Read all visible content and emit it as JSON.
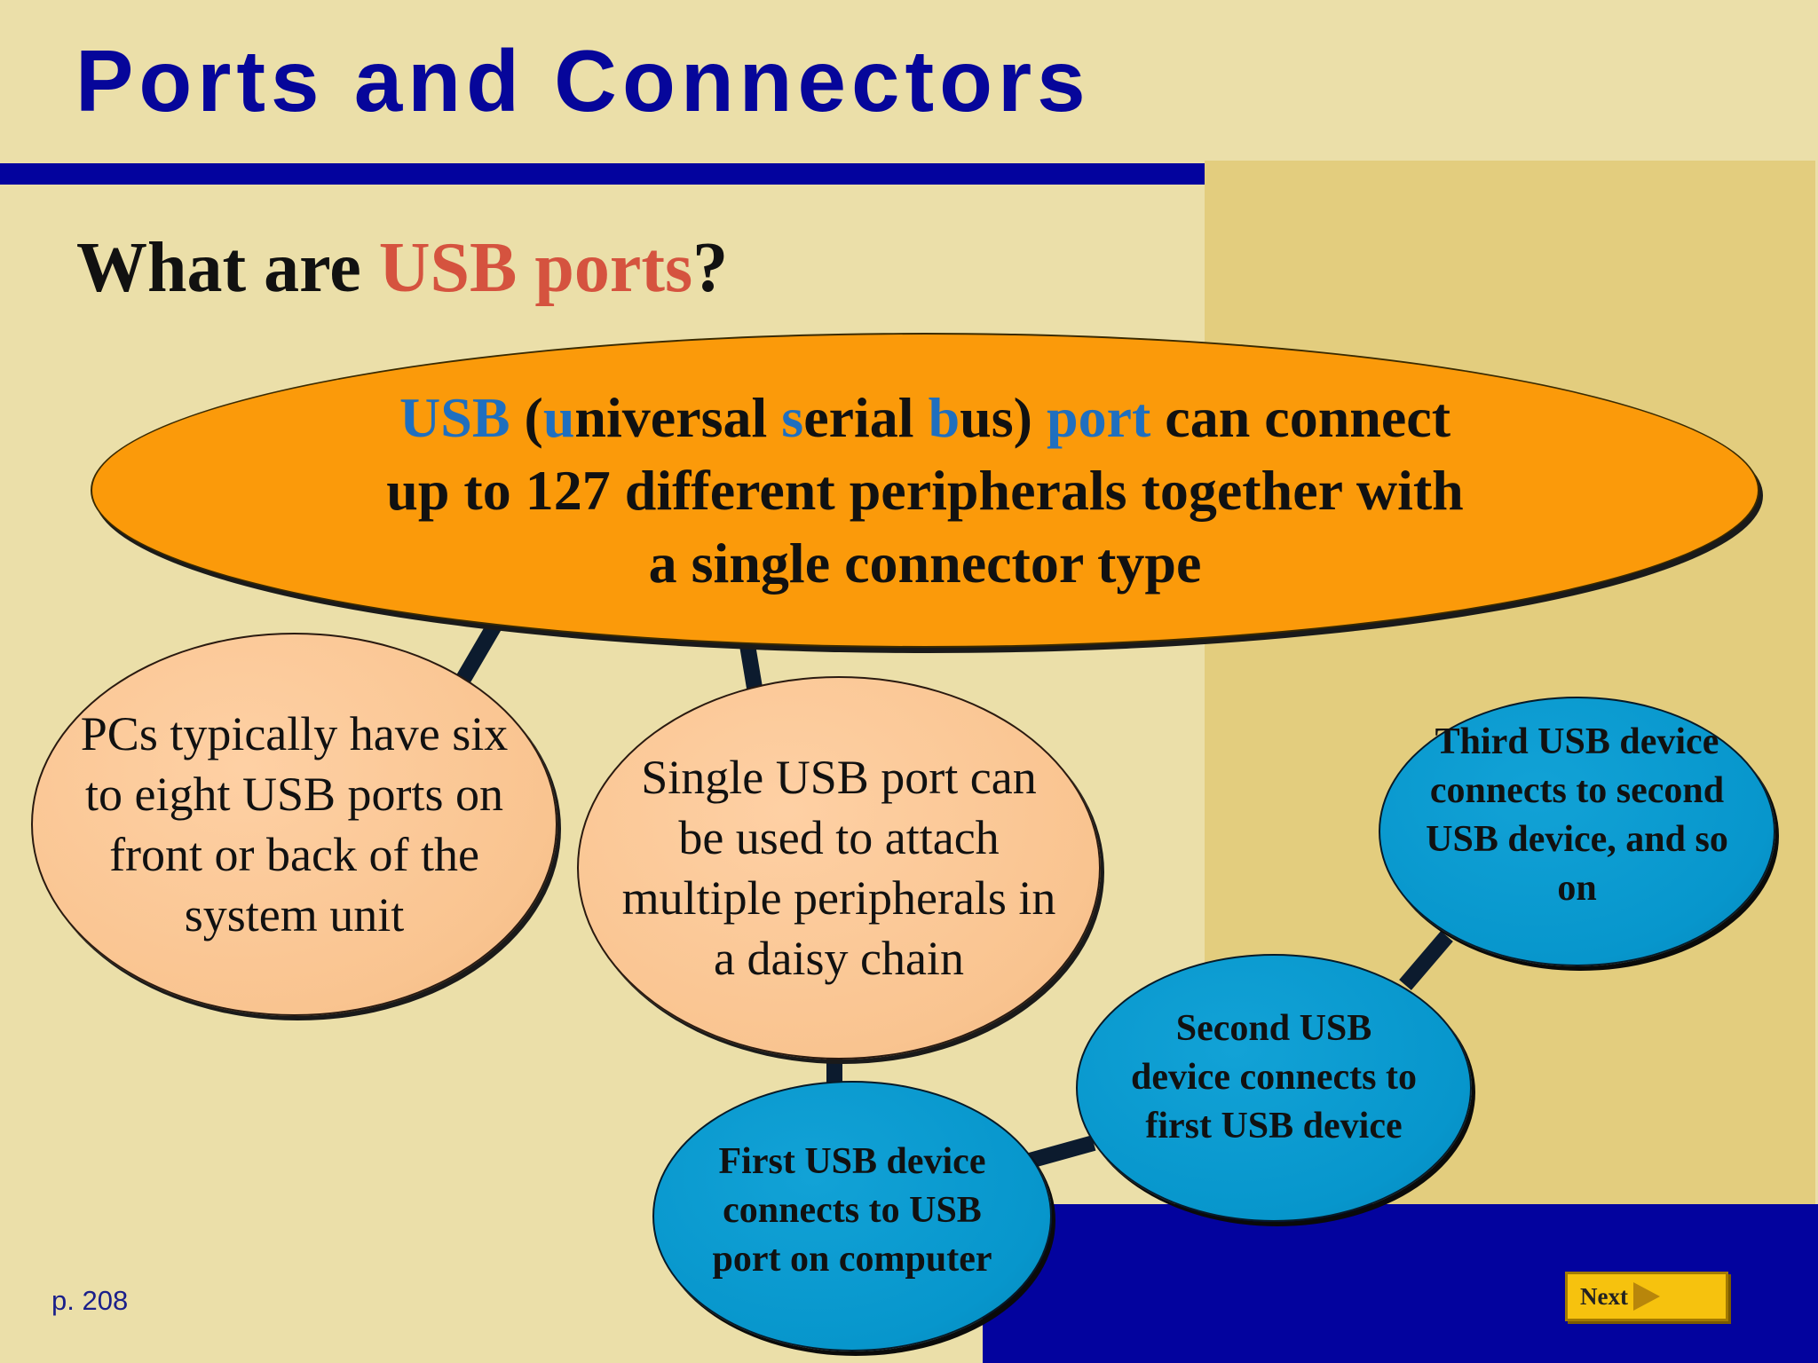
{
  "slide": {
    "title": "Ports and Connectors",
    "subtitle": {
      "pre": "What are ",
      "highlight": "USB ports",
      "post": "?"
    }
  },
  "main_bubble": {
    "w1": "USB",
    "w2": " (",
    "w3": "u",
    "w4": "niversal ",
    "w5": "s",
    "w6": "erial ",
    "w7": "b",
    "w8": "us) ",
    "w9": "port",
    "w10": " can connect up to 127 different peripherals together with a single connector type"
  },
  "bubbles": {
    "pcs_ports": "PCs typically have six to eight USB ports on front or back of the system unit",
    "daisy_chain": "Single USB port can be used to attach multiple peripherals in a daisy chain",
    "first_device": "First USB device connects to USB port on computer",
    "second_device": "Second USB device connects to first USB device",
    "third_device": "Third USB device connects to second USB device, and so on"
  },
  "footer": {
    "page": "p. 208",
    "next_label": "Next"
  },
  "colors": {
    "background": "#ebdfa9",
    "title_blue": "#06069a",
    "highlight_red": "#d5533f",
    "orange": "#fb9a0a",
    "peach": "#fed0a4",
    "blue_bubble": "#0796cc",
    "link_blue": "#1f6fbf",
    "next_yellow": "#f6c20e"
  }
}
